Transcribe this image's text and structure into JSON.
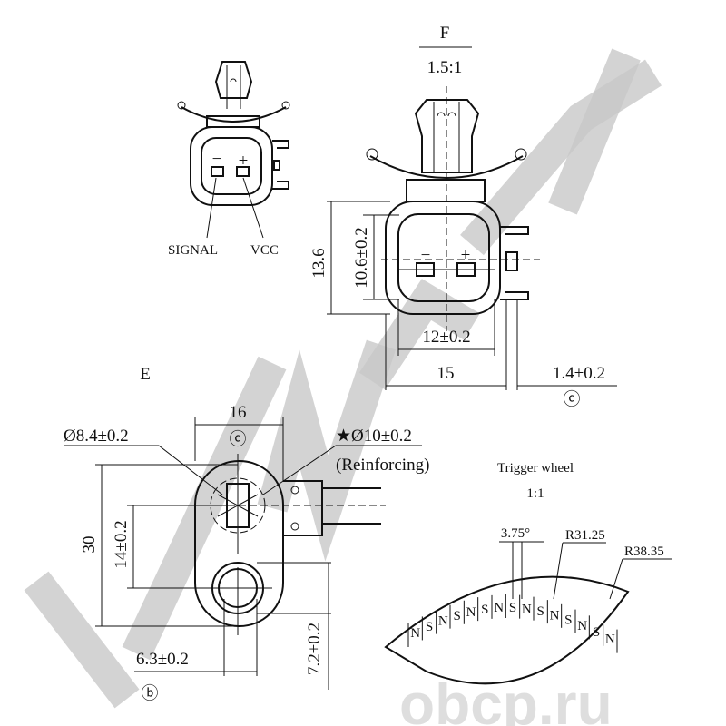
{
  "watermark": {
    "text": "obcp.ru",
    "color": "#c8c8c8"
  },
  "view_f": {
    "title": "F",
    "scale": "1.5:1",
    "dim_height": "13.6",
    "dim_inner_height": "10.6±0.2",
    "dim_inner_width": "12±0.2",
    "dim_width": "15",
    "dim_tab": "1.4±0.2",
    "mark_c": "ⓒ",
    "pin_minus": "−",
    "pin_plus": "+"
  },
  "connector_small": {
    "signal_label": "SIGNAL",
    "vcc_label": "VCC",
    "pin_minus": "−",
    "pin_plus": "+"
  },
  "view_e": {
    "title": "E",
    "dim_width": "16",
    "mark_c": "ⓒ",
    "dim_bore": "Ø8.4±0.2",
    "dim_reinforcing": "★Ø10±0.2",
    "reinforcing_note": "(Reinforcing)",
    "dim_length": "30",
    "dim_center": "14±0.2",
    "dim_hole": "6.3±0.2",
    "mark_b": "ⓑ",
    "dim_hole_offset": "7.2±0.2"
  },
  "trigger_wheel": {
    "title": "Trigger wheel",
    "scale": "1:1",
    "pitch_angle": "3.75°",
    "inner_radius": "R31.25",
    "outer_radius": "R38.35",
    "poles": [
      "N",
      "S",
      "N",
      "S",
      "N",
      "S",
      "N",
      "S",
      "N",
      "S",
      "N",
      "S",
      "N",
      "S",
      "N"
    ]
  }
}
